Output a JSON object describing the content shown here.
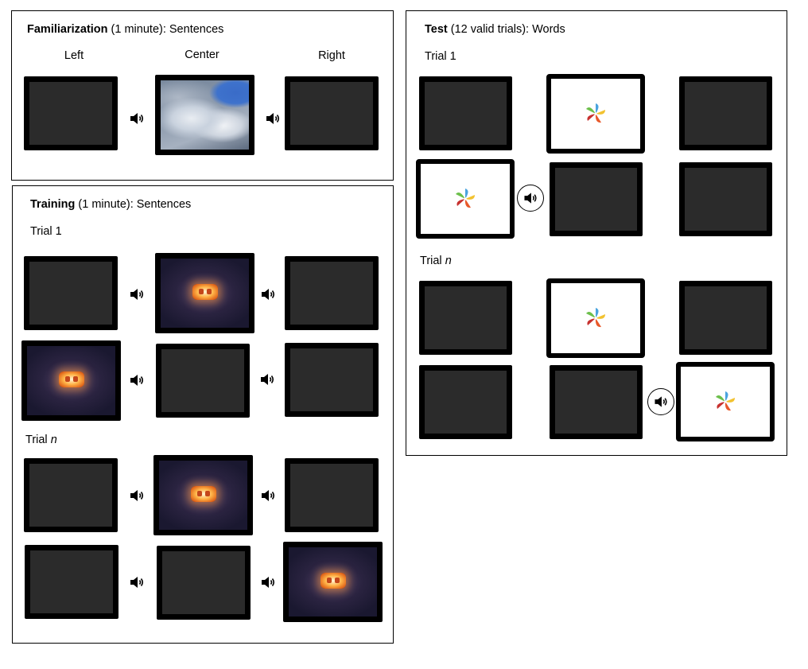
{
  "familiarization": {
    "title_bold": "Familiarization",
    "title_rest": " (1 minute): Sentences",
    "col_left": "Left",
    "col_center": "Center",
    "col_right": "Right"
  },
  "training": {
    "title_bold": "Training",
    "title_rest": " (1 minute): Sentences",
    "trial1_label": "Trial 1",
    "trialn_prefix": "Trial ",
    "trialn_var": "n"
  },
  "test": {
    "title_bold": "Test",
    "title_rest": " (12 valid trials): Words",
    "trial1_label": "Trial 1",
    "trialn_prefix": "Trial ",
    "trialn_var": "n"
  },
  "icons": {
    "speaker": "speaker-icon",
    "pinwheel": "pinwheel-icon",
    "light": "light-icon",
    "sky": "sky-image"
  },
  "colors": {
    "screen_off": "#2b2b2b",
    "border": "#000000"
  }
}
